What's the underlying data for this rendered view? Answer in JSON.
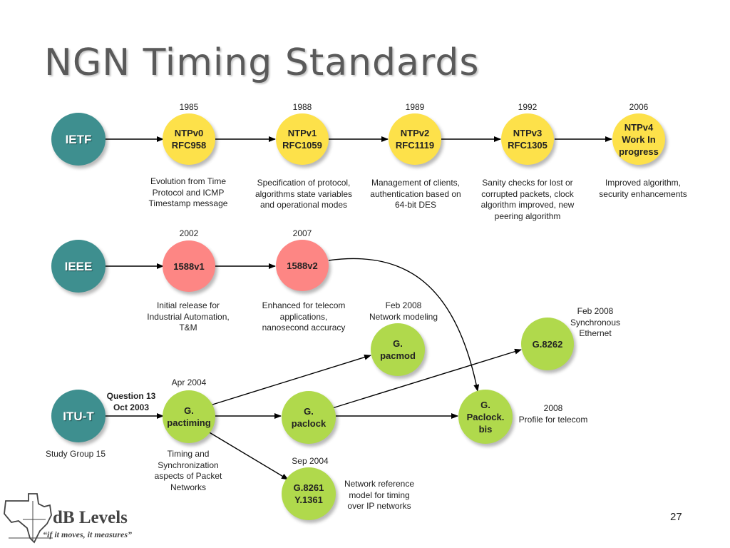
{
  "title": "NGN Timing Standards",
  "page_number": "27",
  "orgs": {
    "ietf": "IETF",
    "ieee": "IEEE",
    "itut": "ITU-T"
  },
  "nodes": {
    "ntpv0": [
      "NTPv0",
      "RFC958"
    ],
    "ntpv1": [
      "NTPv1",
      "RFC1059"
    ],
    "ntpv2": [
      "NTPv2",
      "RFC1119"
    ],
    "ntpv3": [
      "NTPv3",
      "RFC1305"
    ],
    "ntpv4": [
      "NTPv4",
      "Work In",
      "progress"
    ],
    "p1588v1": [
      "1588v1"
    ],
    "p1588v2": [
      "1588v2"
    ],
    "pacmod": [
      "G.",
      "pacmod"
    ],
    "g8262": [
      "G.8262"
    ],
    "pactiming": [
      "G.",
      "pactiming"
    ],
    "paclock": [
      "G.",
      "paclock"
    ],
    "paclockbis": [
      "G.",
      "Paclock.",
      "bis"
    ],
    "g8261": [
      "G.8261",
      "Y.1361"
    ]
  },
  "years": {
    "y1985": "1985",
    "y1988": "1988",
    "y1989": "1989",
    "y1992": "1992",
    "y2006": "2006",
    "y2002": "2002",
    "y2007": "2007",
    "apr2004": "Apr 2004",
    "sep2004": "Sep 2004"
  },
  "notes": {
    "ntpv0": [
      "Evolution from Time",
      "Protocol and ICMP",
      "Timestamp message"
    ],
    "ntpv1": [
      "Specification of protocol,",
      "algorithms state variables",
      "and operational modes"
    ],
    "ntpv2": [
      "Management of clients,",
      "authentication based on",
      "64-bit DES"
    ],
    "ntpv3": [
      "Sanity checks for lost or",
      "corrupted packets, clock",
      "algorithm improved, new",
      "peering algorithm"
    ],
    "ntpv4": [
      "Improved algorithm,",
      "security enhancements"
    ],
    "p1588v1": [
      "Initial release for",
      "Industrial Automation,",
      "T&M"
    ],
    "p1588v2": [
      "Enhanced for telecom",
      "applications,",
      "nanosecond accuracy"
    ],
    "pacmod": [
      "Feb 2008",
      "Network modeling"
    ],
    "g8262": [
      "Feb 2008",
      "Synchronous",
      "Ethernet"
    ],
    "question": [
      "Question 13",
      "Oct 2003"
    ],
    "studygroup": [
      "Study Group 15"
    ],
    "pactiming": [
      "Timing and",
      "Synchronization",
      "aspects of Packet",
      "Networks"
    ],
    "paclockbis": [
      "2008",
      "Profile for telecom"
    ],
    "g8261": [
      "Network reference",
      "model for timing",
      "over IP networks"
    ]
  },
  "logo": {
    "name": "dB Levels",
    "tagline": "“if it moves, it measures”"
  }
}
